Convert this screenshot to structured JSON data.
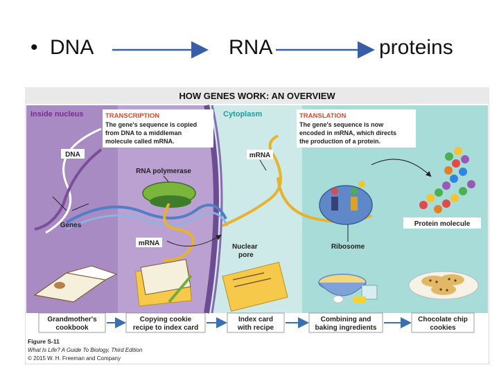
{
  "slide": {
    "bullet": "•",
    "dna": "DNA",
    "rna": "RNA",
    "proteins": "proteins"
  },
  "figure": {
    "title": "HOW GENES WORK: AN OVERVIEW",
    "inside_nucleus": "Inside nucleus",
    "cytoplasm": "Cytoplasm",
    "transcription": {
      "heading": "TRANSCRIPTION",
      "lines": [
        "The gene's sequence is copied",
        "from DNA to a middleman",
        "molecule called mRNA."
      ]
    },
    "translation": {
      "heading": "TRANSLATION",
      "lines": [
        "The gene's sequence is now",
        "encoded in mRNA, which directs",
        "the production of a protein."
      ]
    },
    "labels": {
      "dna": "DNA",
      "rna_polymerase": "RNA polymerase",
      "genes": "Genes",
      "mrna_left": "mRNA",
      "mrna_top": "mRNA",
      "nuclear_pore_1": "Nuclear",
      "nuclear_pore_2": "pore",
      "ribosome": "Ribosome",
      "protein_molecule": "Protein molecule"
    },
    "steps": [
      [
        "Grandmother's",
        "cookbook"
      ],
      [
        "Copying cookie",
        "recipe to index card"
      ],
      [
        "Index card",
        "with recipe"
      ],
      [
        "Combining and",
        "baking ingredients"
      ],
      [
        "Chocolate chip",
        "cookies"
      ]
    ],
    "caption": {
      "figure": "Figure S-11",
      "book": "What Is Life? A Guide To Biology, Third Edition",
      "copyright": "© 2015 W. H. Freeman and Company"
    },
    "colors": {
      "nucleus": "#a98bc4",
      "nucleus_light": "#c9b5dd",
      "cytoplasm": "#cde9e8",
      "cytoplasm_panel": "#a7dcd9",
      "header_bar": "#e9e9e9",
      "heading_red": "#d64a2e",
      "cytoplasm_teal": "#1a9ea0",
      "arrow_blue": "#3a5da8"
    }
  }
}
